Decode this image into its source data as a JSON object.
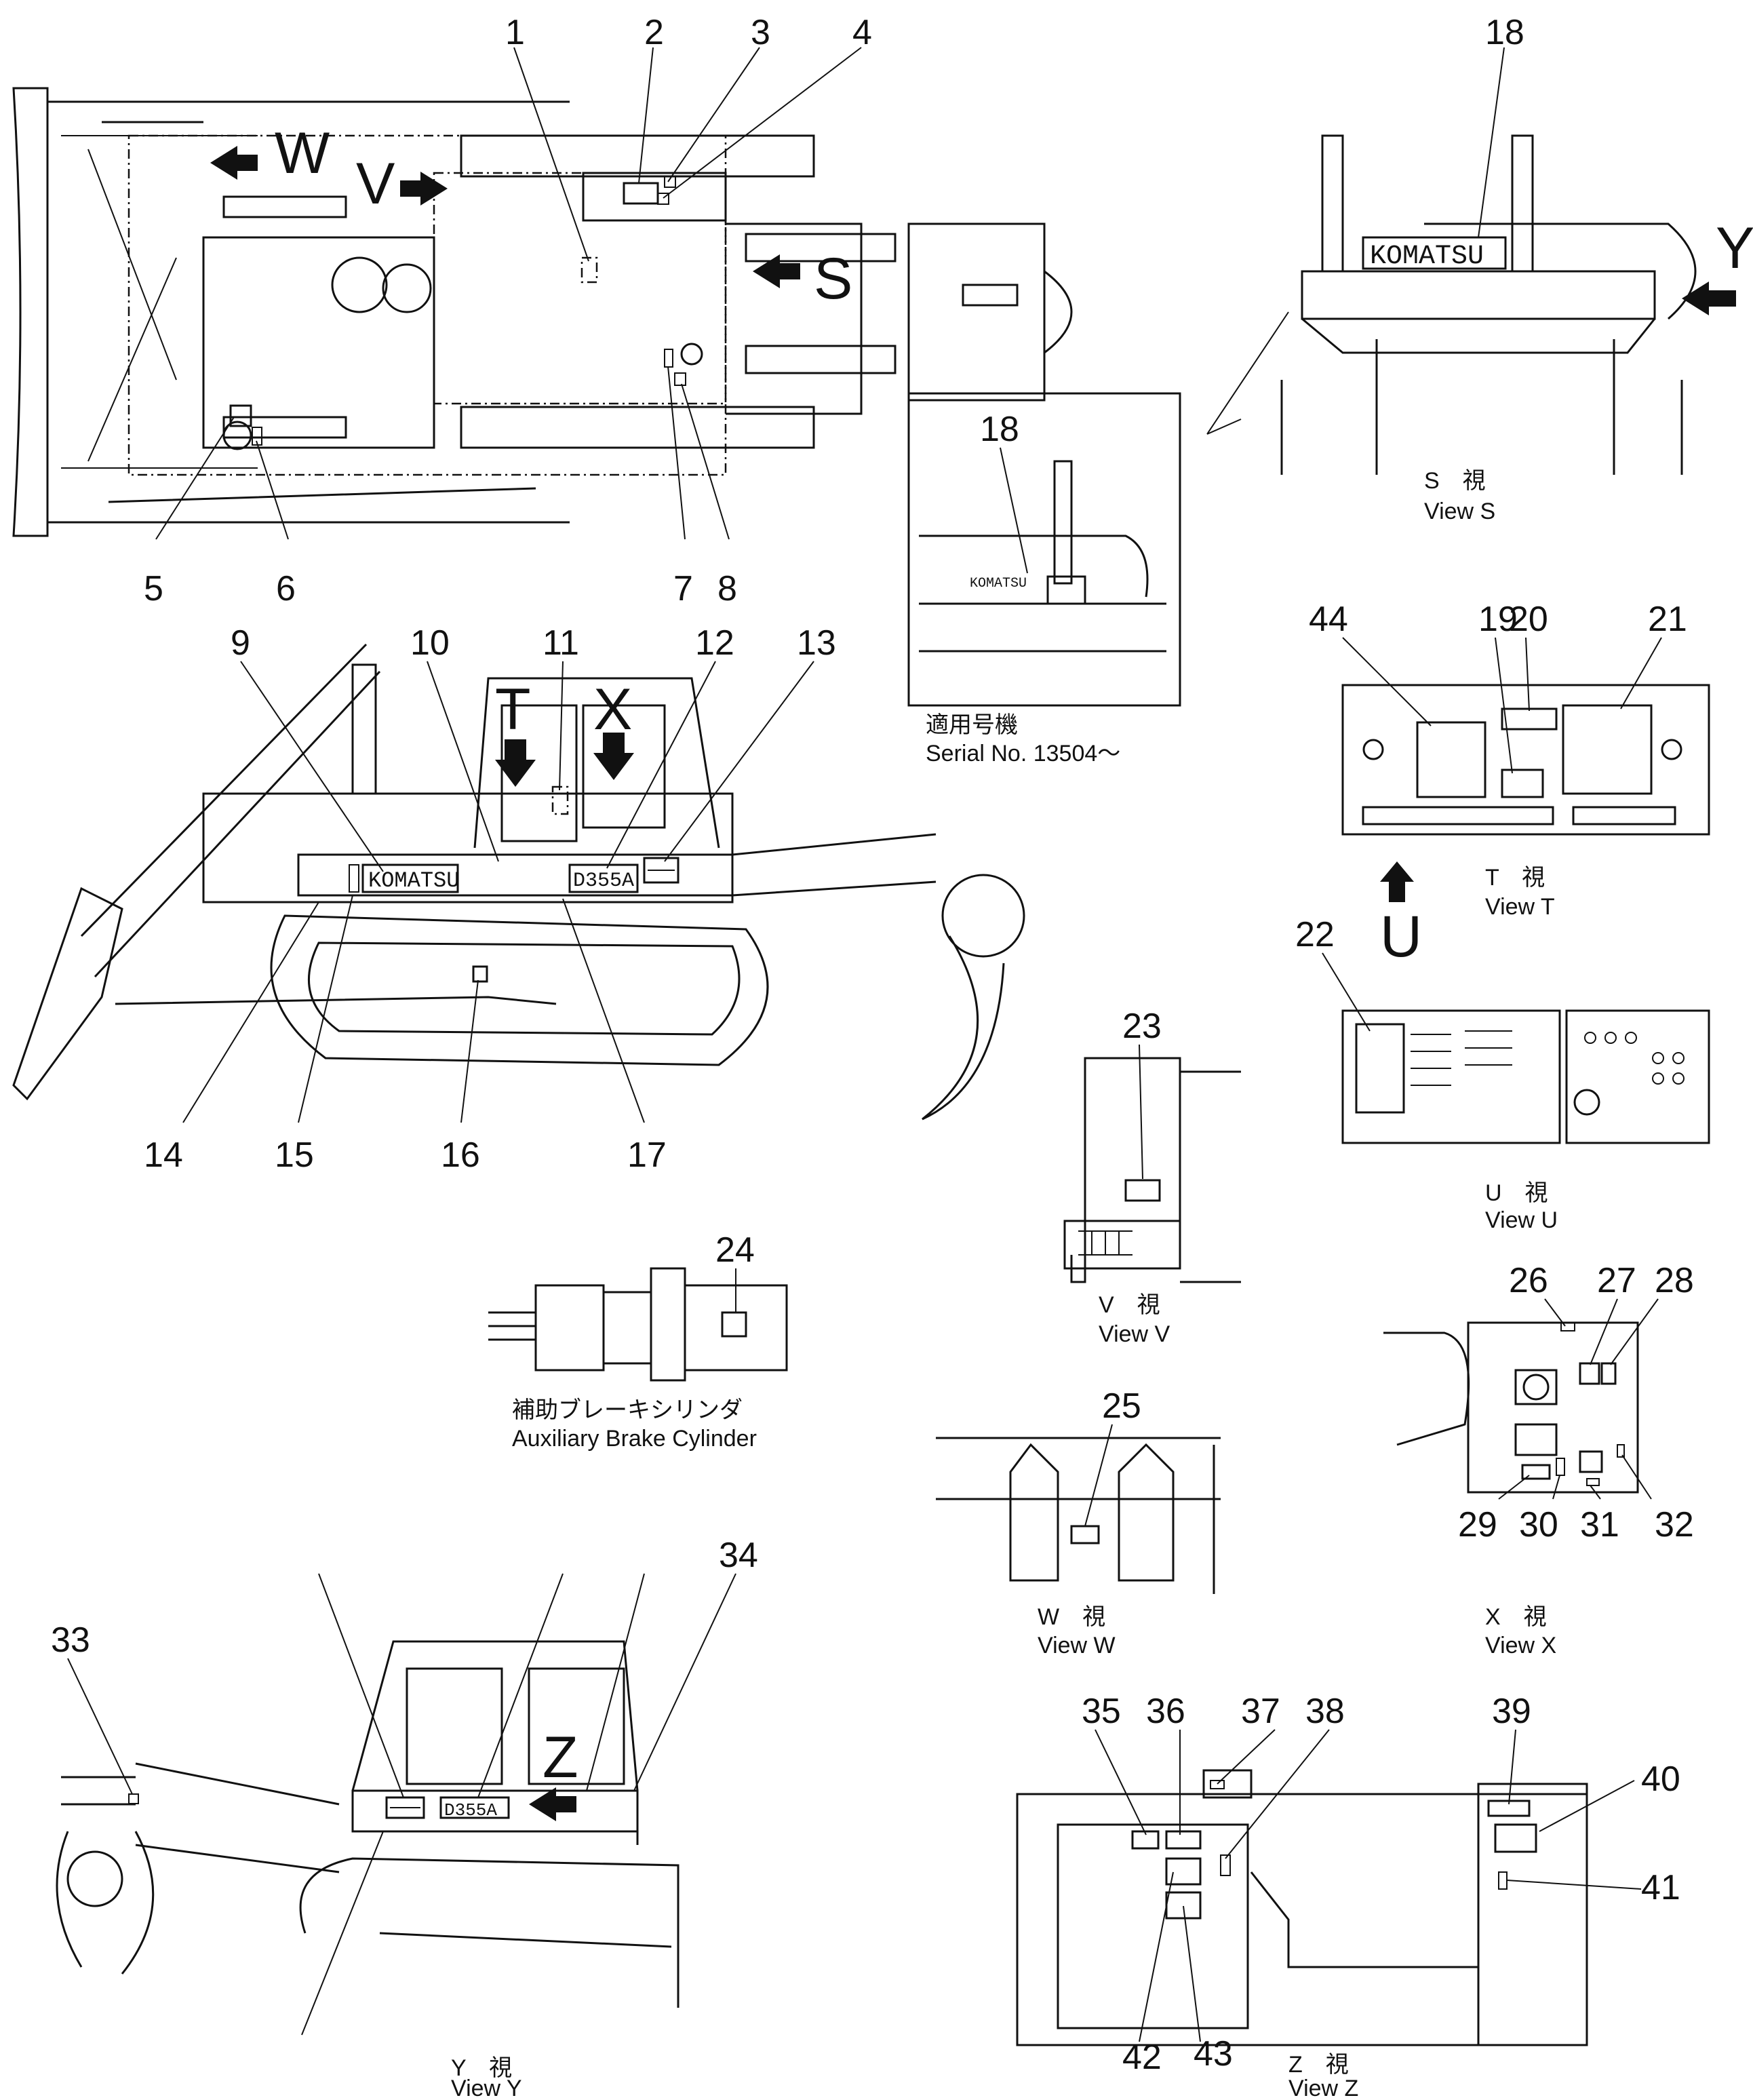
{
  "title": "",
  "callouts": [
    "1",
    "2",
    "3",
    "4",
    "5",
    "6",
    "7",
    "8",
    "9",
    "10",
    "11",
    "12",
    "13",
    "14",
    "15",
    "16",
    "17",
    "18",
    "19",
    "20",
    "21",
    "22",
    "23",
    "24",
    "25",
    "26",
    "27",
    "28",
    "29",
    "30",
    "31",
    "32",
    "33",
    "34",
    "35",
    "36",
    "37",
    "38",
    "39",
    "40",
    "41",
    "42",
    "43",
    "44"
  ],
  "view_letters": {
    "S": "S",
    "T": "T",
    "U": "U",
    "V": "V",
    "W": "W",
    "X": "X",
    "Y": "Y",
    "Z": "Z"
  },
  "brand_label": "KOMATSU",
  "model_label": "D355A",
  "views": {
    "s": {
      "jp": "S　視",
      "en": "View S"
    },
    "t": {
      "jp": "T　視",
      "en": "View T"
    },
    "u": {
      "jp": "U　視",
      "en": "View U"
    },
    "v": {
      "jp": "V　視",
      "en": "View V"
    },
    "w": {
      "jp": "W　視",
      "en": "View W"
    },
    "x": {
      "jp": "X　視",
      "en": "View X"
    },
    "y": {
      "jp": "Y　視",
      "en": "View Y"
    },
    "z": {
      "jp": "Z　視",
      "en": "View Z"
    }
  },
  "serial_inset": {
    "jp": "適用号機",
    "en": "Serial No. 13504～"
  },
  "aux_brake": {
    "jp": "補助ブレーキシリンダ",
    "en": "Auxiliary Brake Cylinder"
  }
}
